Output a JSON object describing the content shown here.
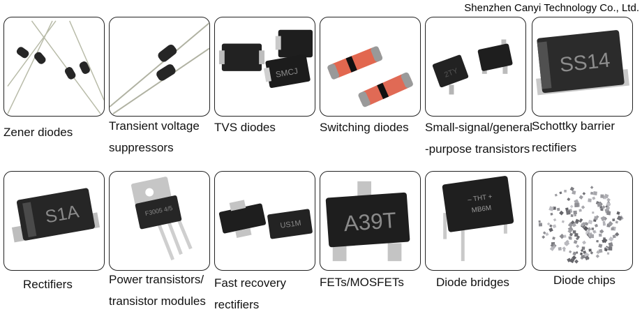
{
  "company": "Shenzhen Canyi Technology Co., Ltd.",
  "products": [
    {
      "label": [
        "Zener diodes"
      ]
    },
    {
      "label": [
        "Transient voltage",
        "suppressors"
      ]
    },
    {
      "label": [
        "TVS diodes"
      ],
      "marking": "SMCJ"
    },
    {
      "label": [
        "Switching diodes"
      ]
    },
    {
      "label": [
        "Small-signal/general",
        "-purpose transistors"
      ],
      "marking": "2TY"
    },
    {
      "label": [
        "Schottky barrier",
        "rectifiers"
      ],
      "marking": "SS14"
    },
    {
      "label": [
        "Rectifiers"
      ],
      "marking": "S1A"
    },
    {
      "label": [
        "Power transistors/",
        "transistor modules"
      ],
      "marking": "F3005 4/5"
    },
    {
      "label": [
        "Fast recovery",
        "rectifiers"
      ],
      "marking": "US1M"
    },
    {
      "label": [
        "FETs/MOSFETs"
      ],
      "marking": "A39T"
    },
    {
      "label": [
        "Diode bridges"
      ],
      "marking": [
        "– THT +",
        "MB6M"
      ]
    },
    {
      "label": [
        "Diode chips"
      ]
    }
  ]
}
